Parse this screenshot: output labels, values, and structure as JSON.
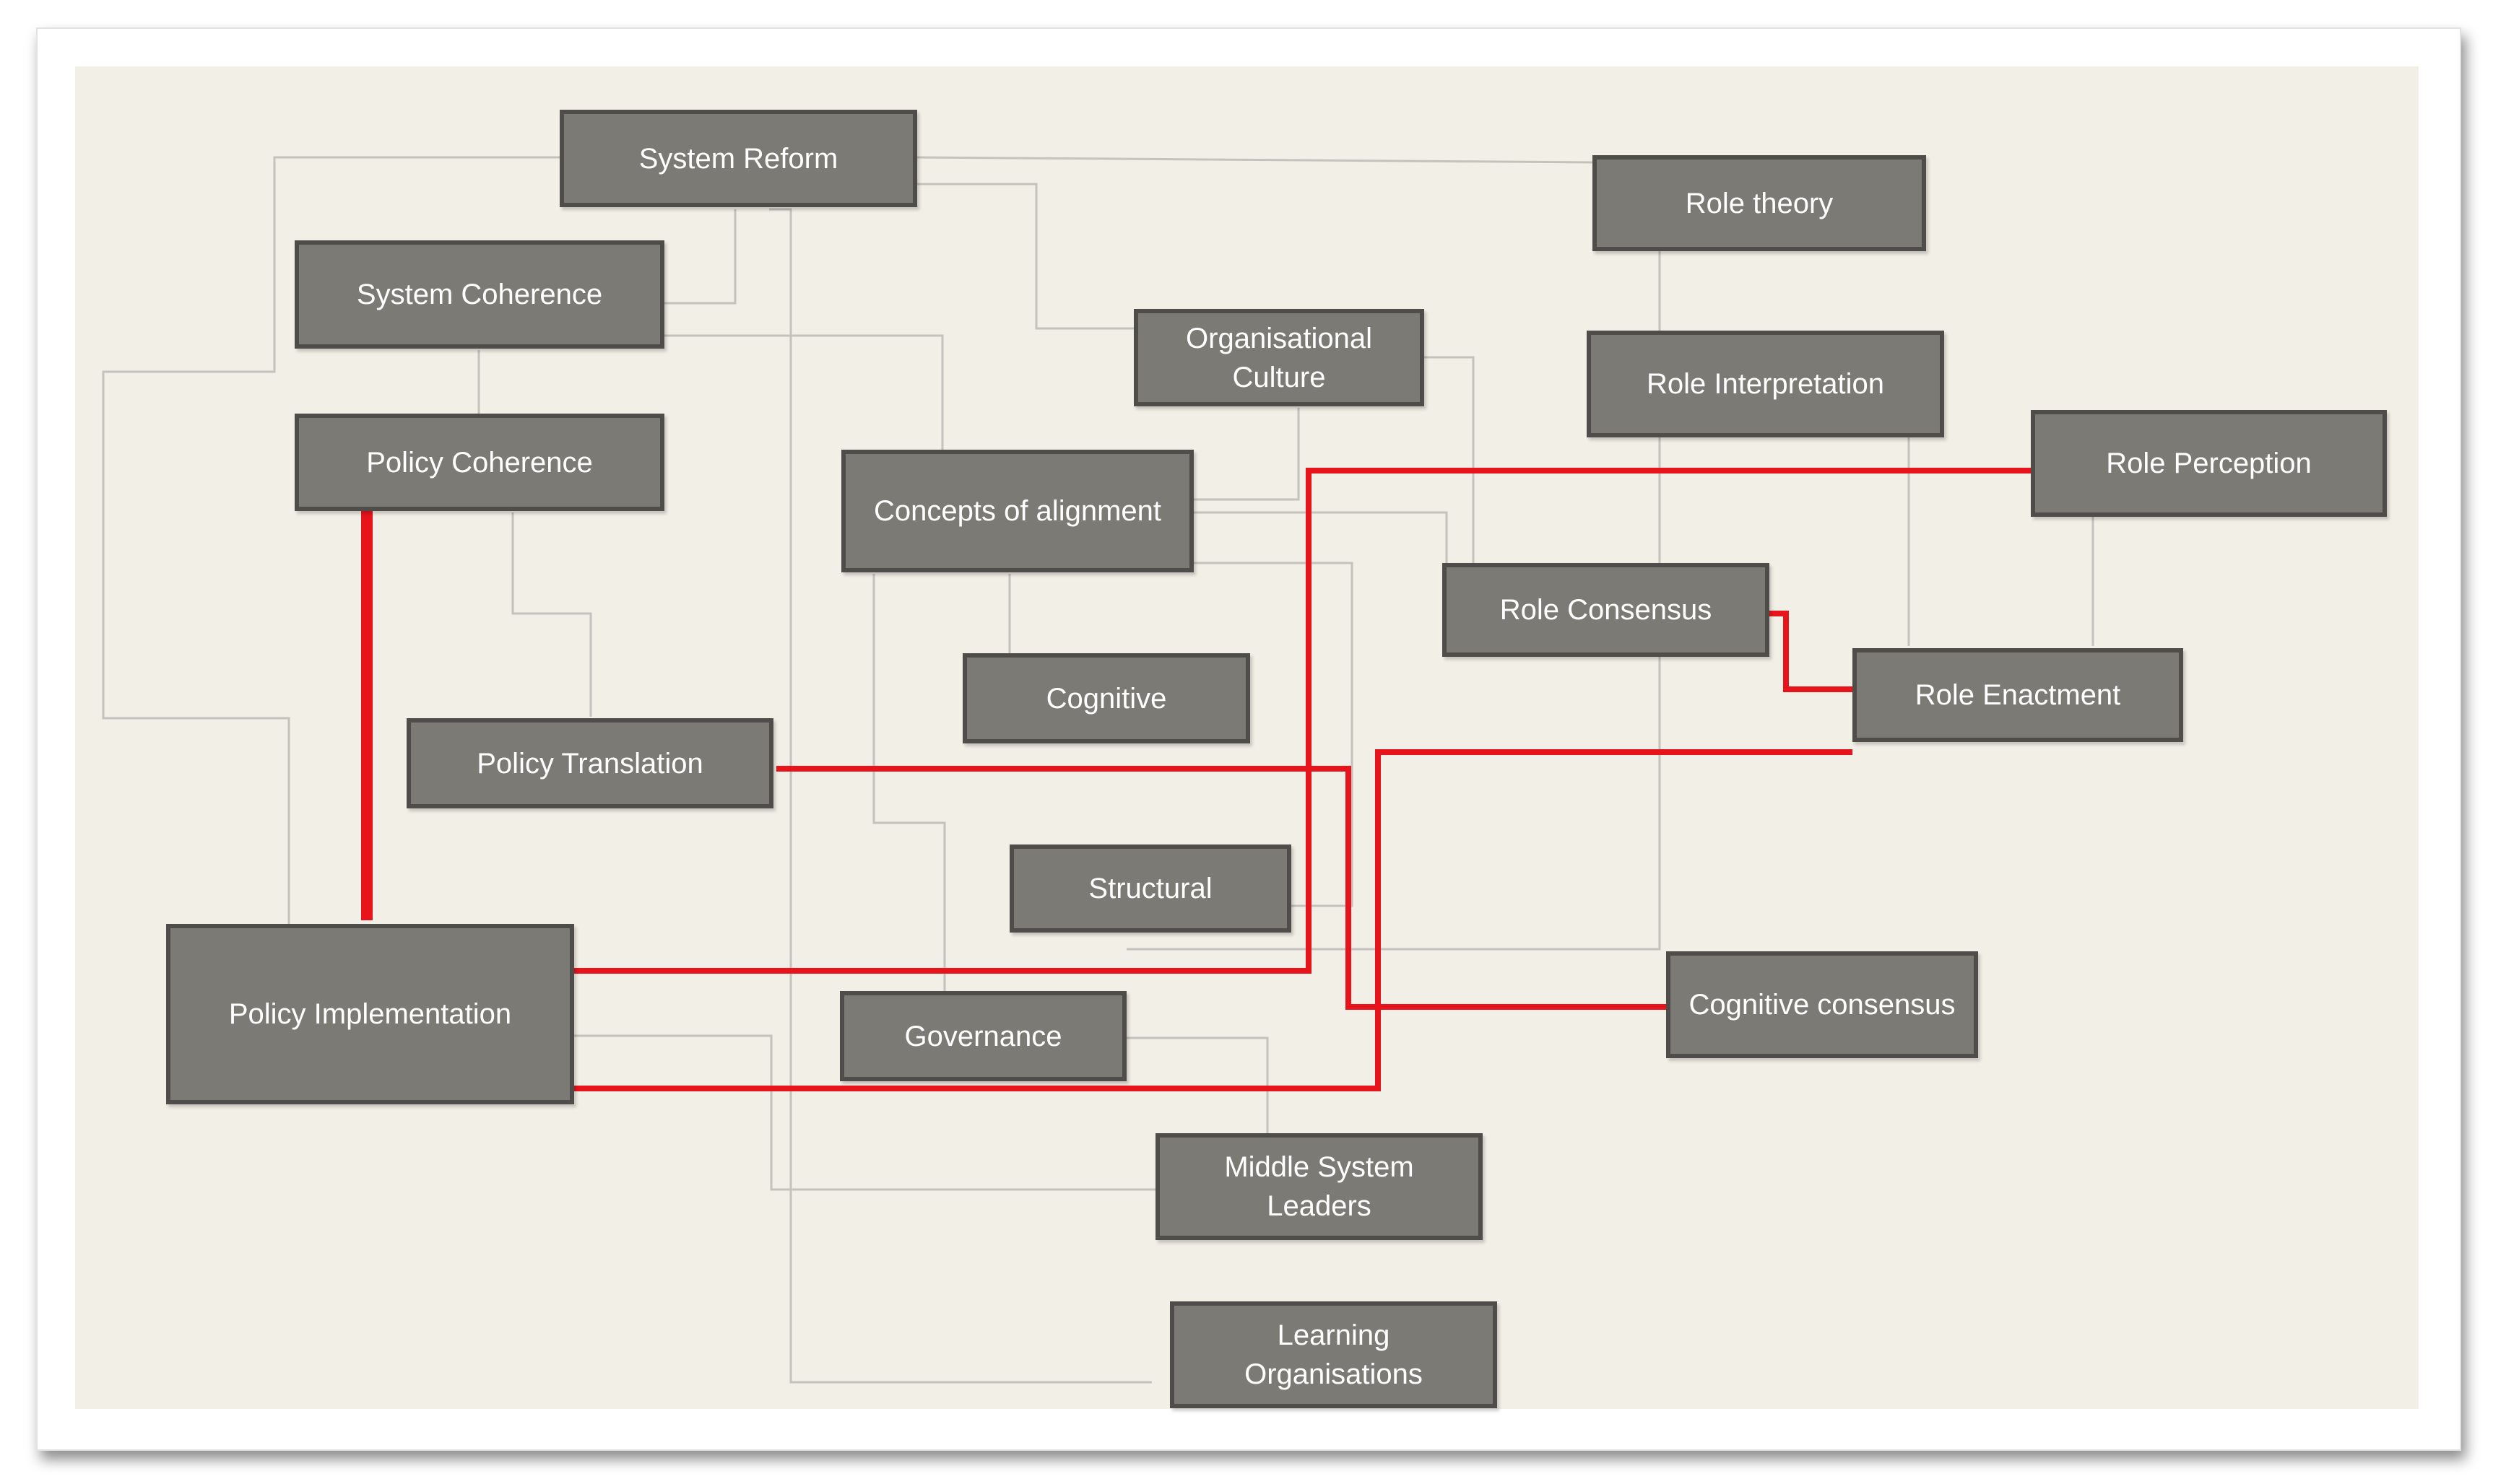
{
  "diagram": {
    "nodes": [
      {
        "id": "system-reform",
        "label": "System Reform"
      },
      {
        "id": "role-theory",
        "label": "Role theory"
      },
      {
        "id": "system-coherence",
        "label": "System Coherence"
      },
      {
        "id": "organisational-culture",
        "label": "Organisational Culture"
      },
      {
        "id": "role-interpretation",
        "label": "Role Interpretation"
      },
      {
        "id": "policy-coherence",
        "label": "Policy Coherence"
      },
      {
        "id": "concepts-of-alignment",
        "label": "Concepts of alignment"
      },
      {
        "id": "role-perception",
        "label": "Role Perception"
      },
      {
        "id": "role-consensus",
        "label": "Role Consensus"
      },
      {
        "id": "role-enactment",
        "label": "Role Enactment"
      },
      {
        "id": "cognitive",
        "label": "Cognitive"
      },
      {
        "id": "policy-translation",
        "label": "Policy Translation"
      },
      {
        "id": "structural",
        "label": "Structural"
      },
      {
        "id": "policy-implementation",
        "label": "Policy Implementation"
      },
      {
        "id": "cognitive-consensus",
        "label": "Cognitive consensus"
      },
      {
        "id": "governance",
        "label": "Governance"
      },
      {
        "id": "middle-system-leaders",
        "label": "Middle System Leaders"
      },
      {
        "id": "learning-organisations",
        "label": "Learning Organisations"
      }
    ],
    "colors": {
      "node_fill": "#7b7a74",
      "node_border": "#4e4d49",
      "grey_link": "#c4c2bc",
      "red_link": "#e8141c",
      "background": "#f2efe6"
    }
  }
}
